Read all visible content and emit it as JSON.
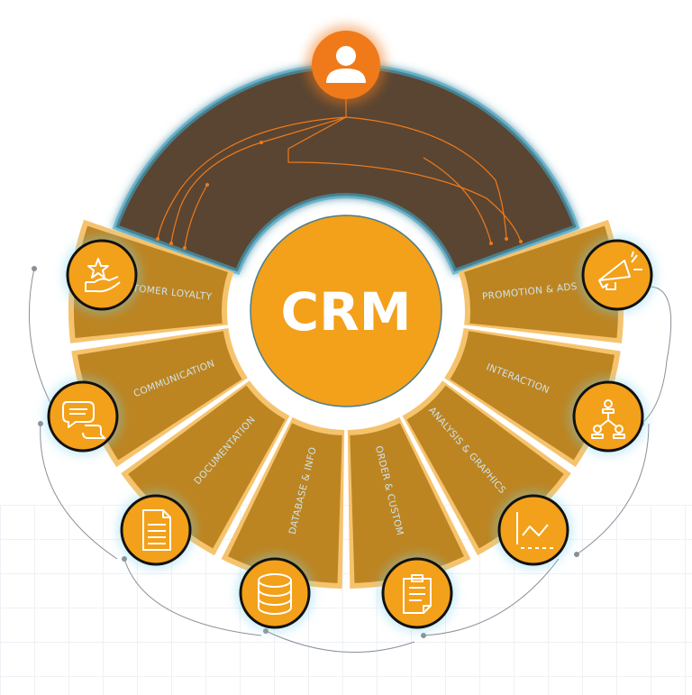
{
  "center": {
    "title": "CRM"
  },
  "top_icon": "user-icon",
  "segments": [
    {
      "label": "CUSTOMER LOYALTY",
      "icon": "star-hand-icon"
    },
    {
      "label": "COMMUNICATION",
      "icon": "chat-bubbles-icon"
    },
    {
      "label": "DOCUMENTATION",
      "icon": "document-icon"
    },
    {
      "label": "DATABASE & INFO",
      "icon": "database-icon"
    },
    {
      "label": "ORDER & CUSTOM",
      "icon": "clipboard-icon"
    },
    {
      "label": "ANALYSIS & GRAPHICS",
      "icon": "line-chart-icon"
    },
    {
      "label": "INTERACTION",
      "icon": "network-people-icon"
    },
    {
      "label": "PROMOTION & ADS",
      "icon": "megaphone-icon"
    }
  ],
  "colors": {
    "orange": "#f3a01a",
    "segment": "#b8821f",
    "edge": "#f6c36d",
    "dark": "#5a4532",
    "glow": "#3fa9c9",
    "line": "#f07a1a"
  }
}
